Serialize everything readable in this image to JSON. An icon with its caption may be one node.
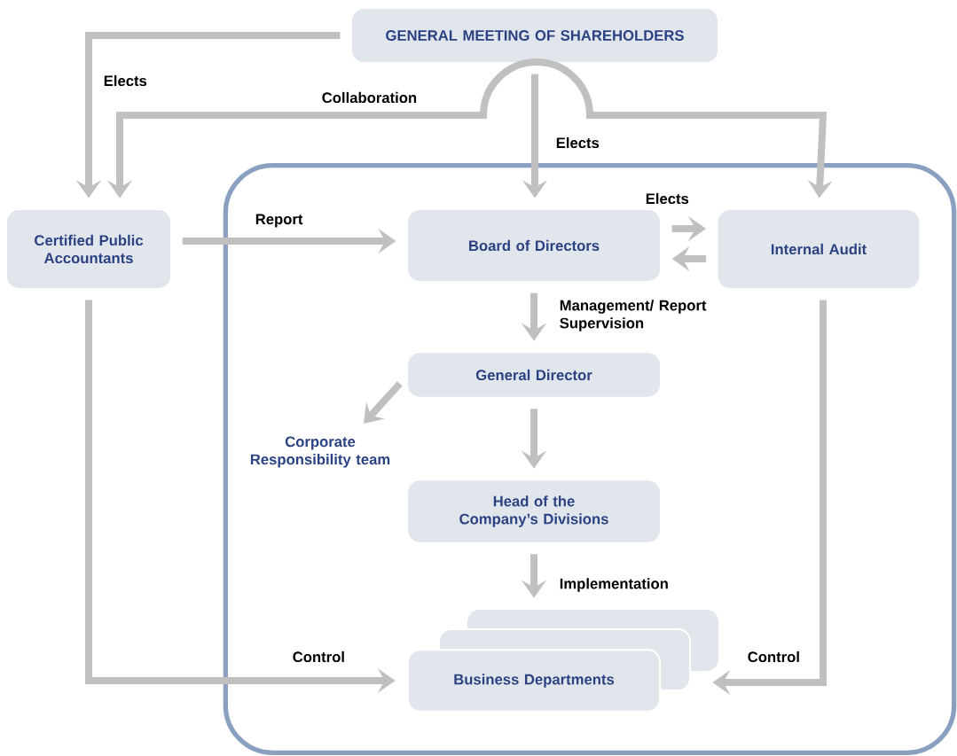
{
  "diagram": {
    "nodes": [
      {
        "text": [
          "GENERAL MEETING OF SHAREHOLDERS"
        ]
      },
      {
        "text": [],
        "shape": "box"
      },
      {
        "text": [
          "Certified Public Accountants"
        ]
      },
      {
        "text": [
          "Board of Directors"
        ],
        "in": 1
      },
      {
        "text": [
          "Internal Audit"
        ],
        "in": 1
      },
      {
        "text": [
          "General Director"
        ],
        "in": 1
      },
      {
        "text": [
          "Corporate Responsibility team"
        ],
        "in": 1
      },
      {
        "text": [
          "Head of the Company’s Divisions"
        ],
        "in": 1
      },
      {
        "text": [
          "Business Departments"
        ],
        "in": 1
      }
    ],
    "edges": [
      {
        "from": 0,
        "to": 2,
        "arrow": "to",
        "label": "Elects"
      },
      {
        "from": 0,
        "to": 3,
        "arrow": "to",
        "label": "Elects"
      },
      {
        "from": 2,
        "to": 4,
        "arrow": "both",
        "label": "Collaboration"
      },
      {
        "from": 2,
        "to": 3,
        "arrow": "to",
        "label": "Report"
      },
      {
        "from": 3,
        "to": 4,
        "arrow": "to",
        "label": "Elects"
      },
      {
        "from": 4,
        "to": 3,
        "arrow": "to"
      },
      {
        "from": 3,
        "to": 5,
        "arrow": "to",
        "label": "Management/ Report Supervision"
      },
      {
        "from": 5,
        "to": 6,
        "arrow": "to"
      },
      {
        "from": 5,
        "to": 7,
        "arrow": "to"
      },
      {
        "from": 7,
        "to": 8,
        "arrow": "to",
        "label": "Implementation"
      },
      {
        "from": 2,
        "to": 8,
        "arrow": "to",
        "label": "Control"
      },
      {
        "from": 4,
        "to": 8,
        "arrow": "to",
        "label": "Control"
      }
    ]
  }
}
